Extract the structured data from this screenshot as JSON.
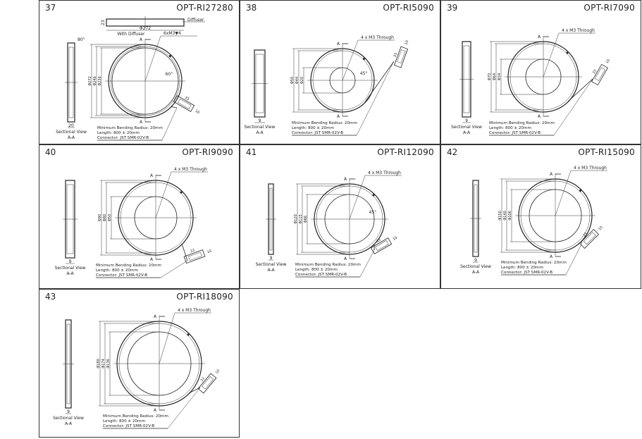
{
  "common": {
    "sectional_view": "Sectional View",
    "section_name": "A-A",
    "section_marker": "A",
    "notes": [
      "Minimum Bending Radius: 20mm",
      "Length: 800 ± 20mm",
      "Connector: JST SMR-02V-B"
    ],
    "connector_dims": [
      "33",
      "10"
    ]
  },
  "cells": [
    {
      "num": "37",
      "model": "OPT-RI27280",
      "dims": [
        "Φ272",
        "Φ246",
        "Φ236"
      ],
      "holes": "6xM3▼4",
      "angle": "60°",
      "section_width": "20",
      "section_angle": "80°",
      "top_view": {
        "height": "23",
        "diameter": "Φ272",
        "caption": "With Diffuser",
        "diffuser": "Diffuser"
      }
    },
    {
      "num": "38",
      "model": "OPT-RI5090",
      "dims": [
        "Φ50",
        "Φ44",
        "Φ20"
      ],
      "holes": "4 x M3 Through",
      "angle": "45°",
      "section_width": "9"
    },
    {
      "num": "39",
      "model": "OPT-RI7090",
      "dims": [
        "Φ70",
        "Φ64",
        "Φ34"
      ],
      "holes": "4 x M3 Through",
      "section_width": "9"
    },
    {
      "num": "40",
      "model": "OPT-RI9090",
      "dims": [
        "Φ90",
        "Φ80",
        "Φ50"
      ],
      "holes": "4 x M3 Through",
      "section_width": "9"
    },
    {
      "num": "41",
      "model": "OPT-RI12090",
      "dims": [
        "Φ120",
        "Φ115",
        "Φ86"
      ],
      "holes": "4 x M3 Through",
      "angle": "45°",
      "section_width": "9"
    },
    {
      "num": "42",
      "model": "OPT-RI15090",
      "dims": [
        "Φ150",
        "Φ140",
        "Φ106"
      ],
      "holes": "4 x M3 Through",
      "section_width": "9"
    },
    {
      "num": "43",
      "model": "OPT-RI18090",
      "dims": [
        "Φ180",
        "Φ174",
        "Φ136"
      ],
      "holes": "4 x M3 Through",
      "section_width": "9"
    }
  ]
}
